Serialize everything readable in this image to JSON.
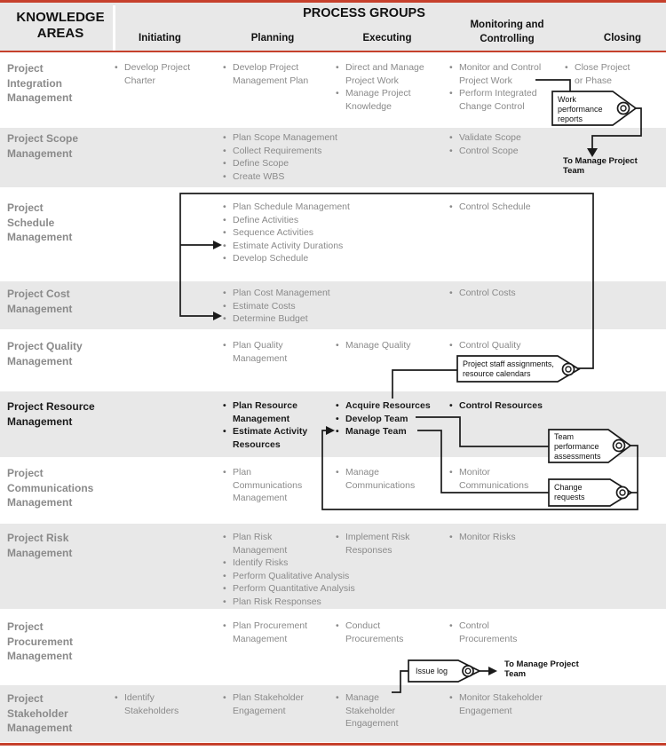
{
  "header": {
    "knowledge_areas": "KNOWLEDGE\nAREAS",
    "process_groups": "PROCESS GROUPS",
    "columns": [
      "Initiating",
      "Planning",
      "Executing",
      "Monitoring and\nControlling",
      "Closing"
    ]
  },
  "rows": [
    {
      "title": "Project\nIntegration\nManagement",
      "initiating": [
        "Develop Project\nCharter"
      ],
      "planning": [
        "Develop Project\nManagement Plan"
      ],
      "executing": [
        "Direct and Manage\nProject Work",
        "Manage Project\nKnowledge"
      ],
      "monitoring": [
        "Monitor and Control\nProject Work",
        "Perform Integrated\nChange Control"
      ],
      "closing": [
        "Close Project\nor Phase"
      ]
    },
    {
      "title": "Project Scope\nManagement",
      "planning": [
        "Plan Scope Management",
        "Collect Requirements",
        "Define Scope",
        "Create WBS"
      ],
      "monitoring": [
        "Validate Scope",
        "Control Scope"
      ]
    },
    {
      "title": "Project\nSchedule\nManagement",
      "planning": [
        "Plan Schedule Management",
        "Define Activities",
        "Sequence Activities",
        "Estimate Activity Durations",
        "Develop Schedule"
      ],
      "monitoring": [
        "Control Schedule"
      ]
    },
    {
      "title": "Project Cost\nManagement",
      "planning": [
        "Plan Cost Management",
        "Estimate Costs",
        "Determine Budget"
      ],
      "monitoring": [
        "Control Costs"
      ]
    },
    {
      "title": "Project Quality\nManagement",
      "planning": [
        "Plan Quality\nManagement"
      ],
      "executing": [
        "Manage Quality"
      ],
      "monitoring": [
        "Control Quality"
      ]
    },
    {
      "title": "Project Resource\nManagement",
      "planning": [
        "Plan Resource\nManagement",
        "Estimate Activity\nResources"
      ],
      "executing": [
        "Acquire Resources",
        "Develop Team",
        "Manage Team"
      ],
      "monitoring": [
        "Control Resources"
      ]
    },
    {
      "title": "Project\nCommunications\nManagement",
      "planning": [
        "Plan\nCommunications\nManagement"
      ],
      "executing": [
        "Manage\nCommunications"
      ],
      "monitoring": [
        "Monitor\nCommunications"
      ]
    },
    {
      "title": "Project Risk\nManagement",
      "planning": [
        "Plan Risk\nManagement",
        "Identify Risks",
        "Perform Qualitative Analysis",
        "Perform Quantitative Analysis",
        "Plan Risk Responses"
      ],
      "executing": [
        "Implement Risk\nResponses"
      ],
      "monitoring": [
        "Monitor Risks"
      ]
    },
    {
      "title": "Project\nProcurement\nManagement",
      "planning": [
        "Plan Procurement\nManagement"
      ],
      "executing": [
        "Conduct\nProcurements"
      ],
      "monitoring": [
        "Control\nProcurements"
      ]
    },
    {
      "title": "Project\nStakeholder\nManagement",
      "initiating": [
        "Identify\nStakeholders"
      ],
      "planning": [
        "Plan Stakeholder\nEngagement"
      ],
      "executing": [
        "Manage\nStakeholder\nEngagement"
      ],
      "monitoring": [
        "Monitor Stakeholder\nEngagement"
      ]
    }
  ],
  "tags": [
    {
      "label": "Work\nperformance\nreports"
    },
    {
      "label": "Project staff assignments,\nresource calendars"
    },
    {
      "label": "Team\nperformance\nassessments"
    },
    {
      "label": "Change\nrequests"
    },
    {
      "label": "Issue log"
    }
  ],
  "annotations": [
    {
      "text": "To Manage Project\nTeam"
    },
    {
      "text": "To Manage Project\nTeam"
    }
  ],
  "colors": {
    "accent_red": "#c6402c",
    "row_shade": "#e8e8e8",
    "text_gray": "#8a8a8a",
    "text_black": "#1a1a1a"
  }
}
